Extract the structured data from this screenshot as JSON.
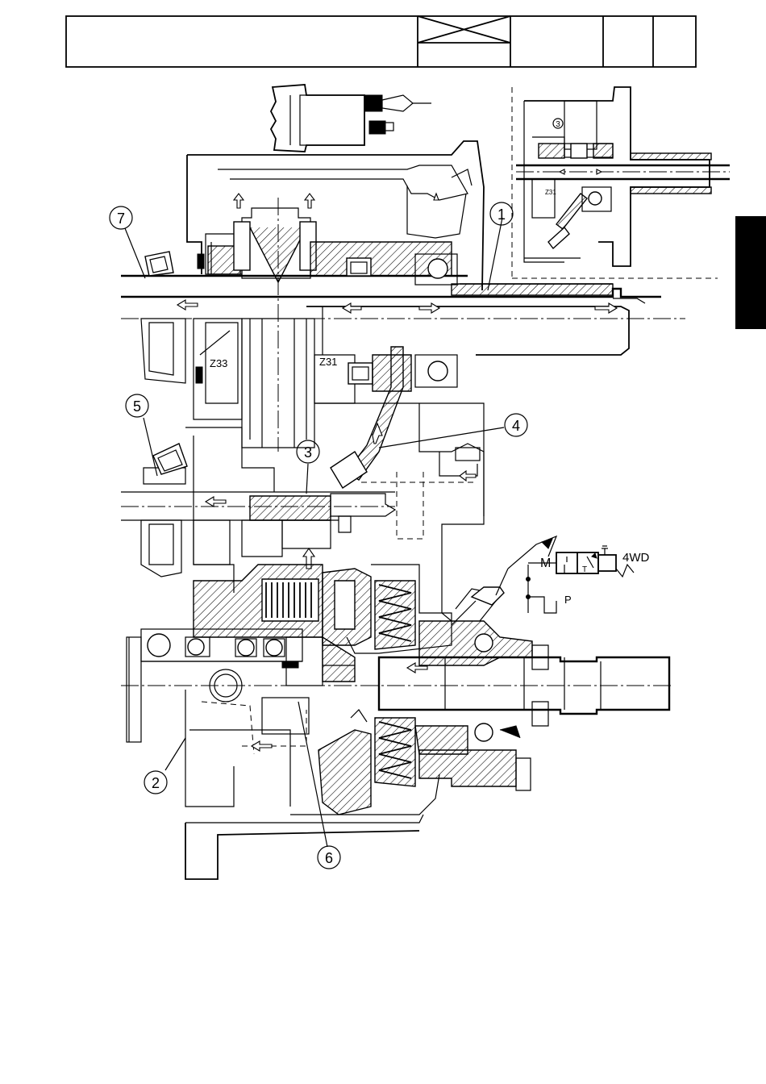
{
  "title_block": {
    "cells": [
      "",
      "",
      "",
      "",
      ""
    ]
  },
  "callouts": [
    {
      "id": "callout-1",
      "label": "1"
    },
    {
      "id": "callout-2",
      "label": "2"
    },
    {
      "id": "callout-3",
      "label": "3"
    },
    {
      "id": "callout-4",
      "label": "4"
    },
    {
      "id": "callout-5",
      "label": "5"
    },
    {
      "id": "callout-6",
      "label": "6"
    },
    {
      "id": "callout-7",
      "label": "7"
    }
  ],
  "gear_labels": {
    "z33": "Z33",
    "z31": "Z31"
  },
  "inset": {
    "callout": "3",
    "gear_label": "Z31"
  },
  "hydraulic_symbol": {
    "valve_label": "4WD",
    "port_label": "P",
    "spring_label": "M",
    "port_t": "T"
  }
}
